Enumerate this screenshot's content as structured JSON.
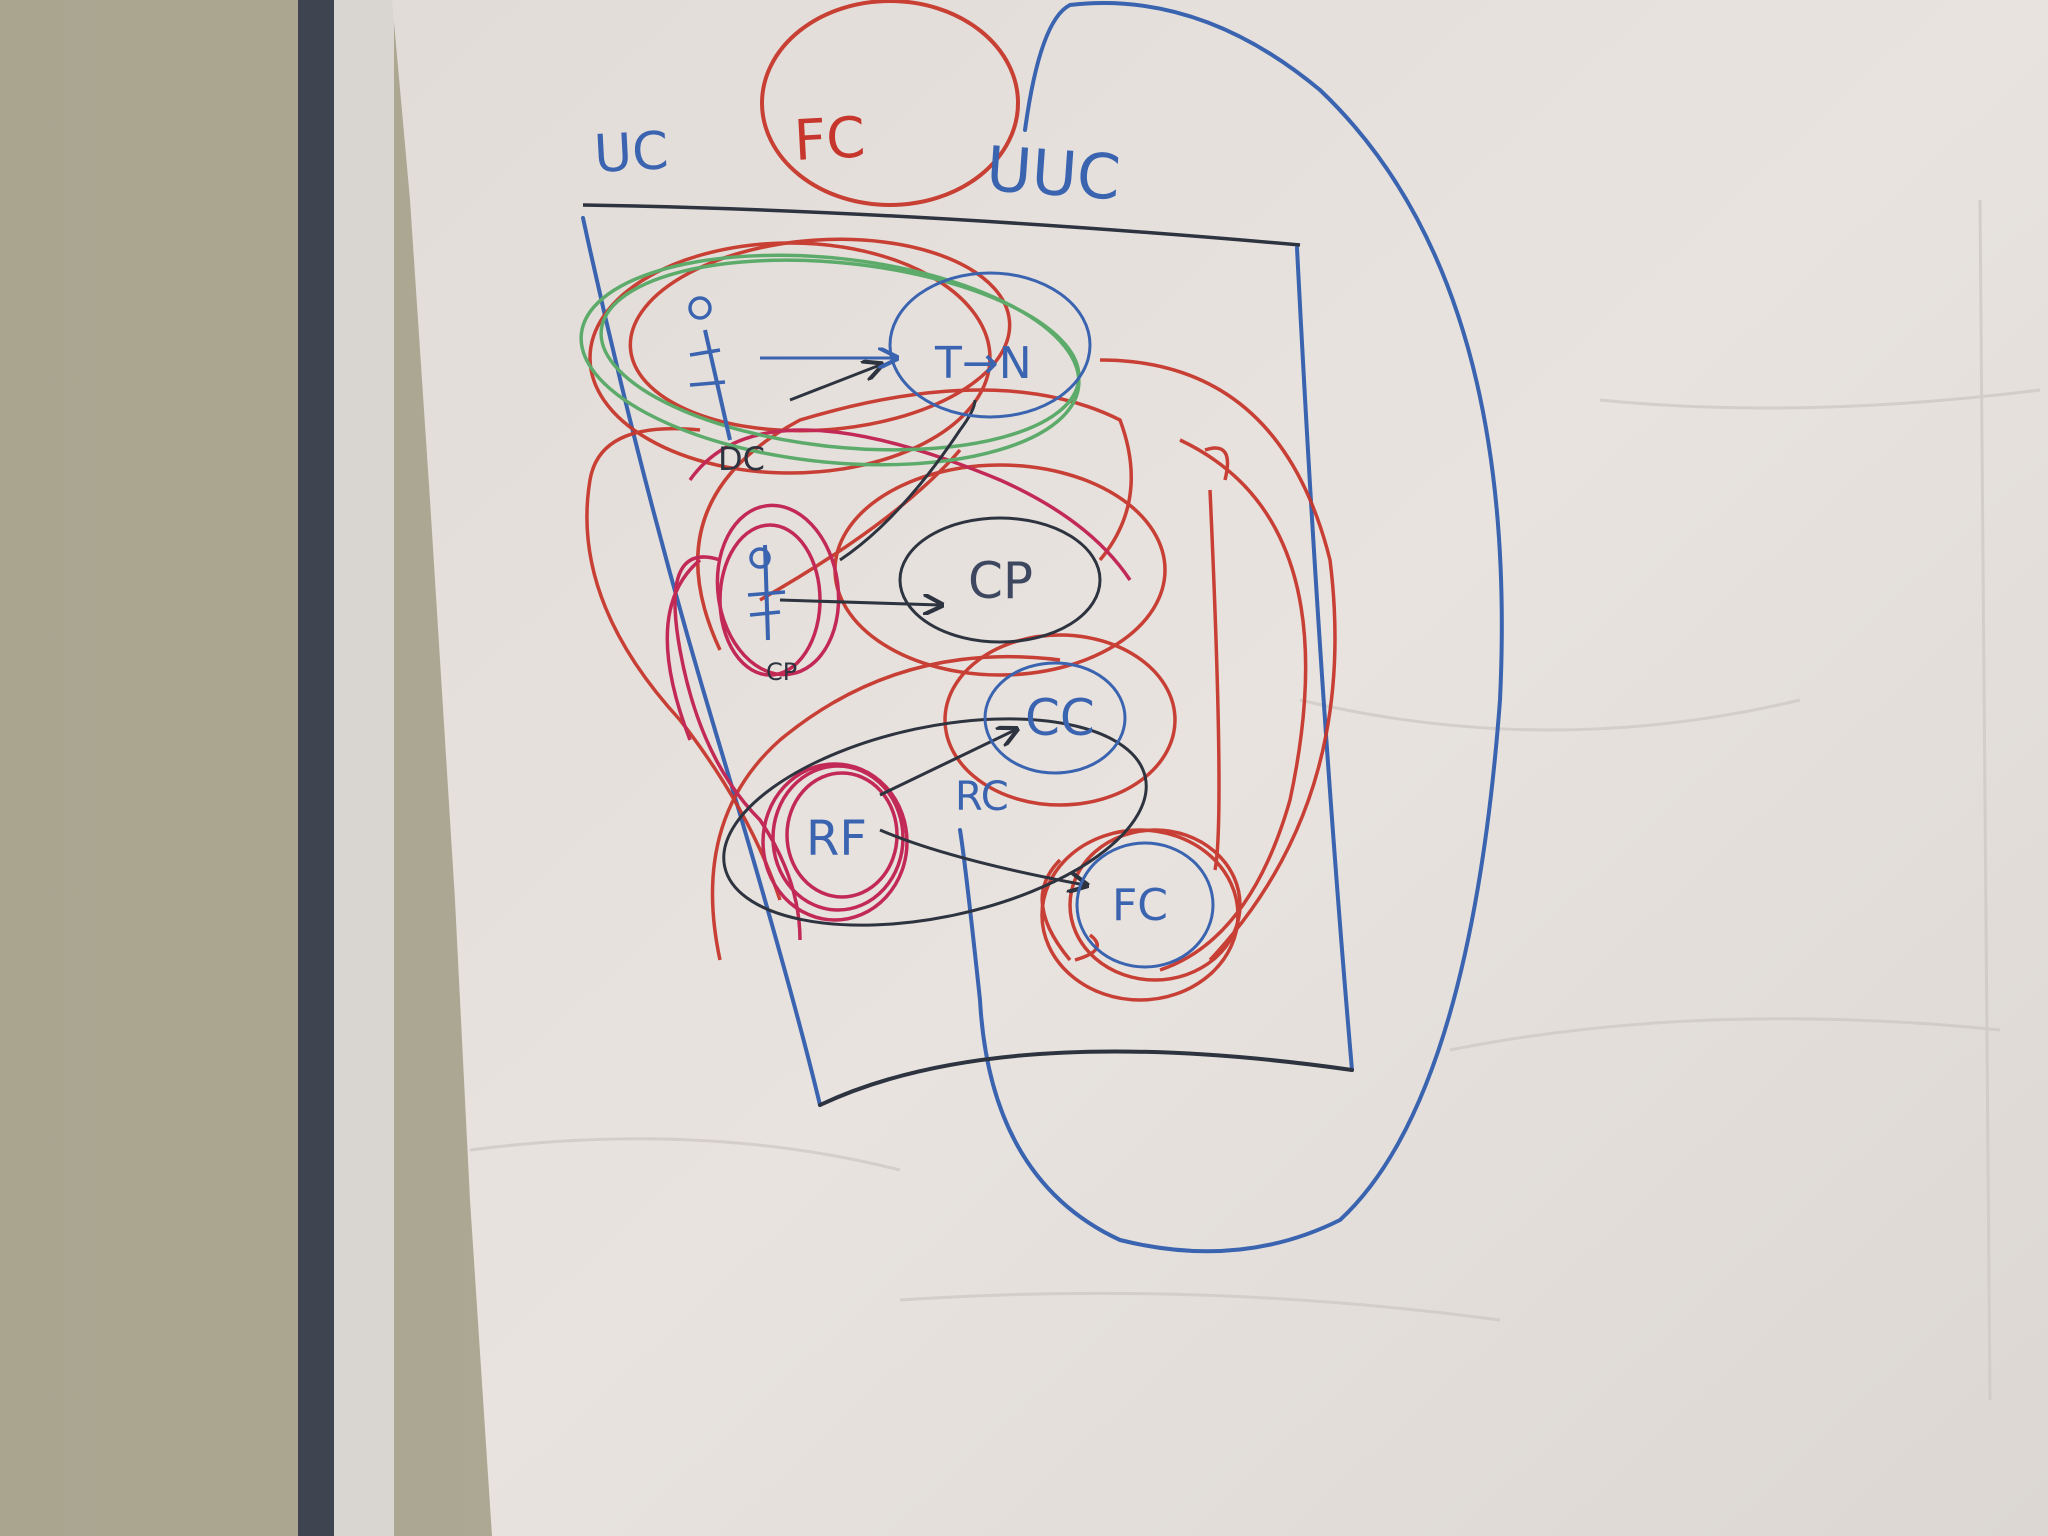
{
  "flipchart": {
    "top_labels": {
      "left": "UC",
      "center": "FC",
      "right": "UUC"
    },
    "nodes": {
      "t_node": "T→N",
      "dc": "DC",
      "cp_small": "CP",
      "cp": "CP",
      "cc": "CC",
      "rf": "RF",
      "rc": "RC",
      "fc": "FC"
    }
  },
  "colors": {
    "blue_marker": "#3a63b0",
    "red_marker": "#c7362c",
    "magenta_marker": "#c22a55",
    "green_marker": "#5dab6b",
    "black_marker": "#2e3340",
    "paper": "#e6e1dc",
    "wall": "#a9a48f"
  }
}
